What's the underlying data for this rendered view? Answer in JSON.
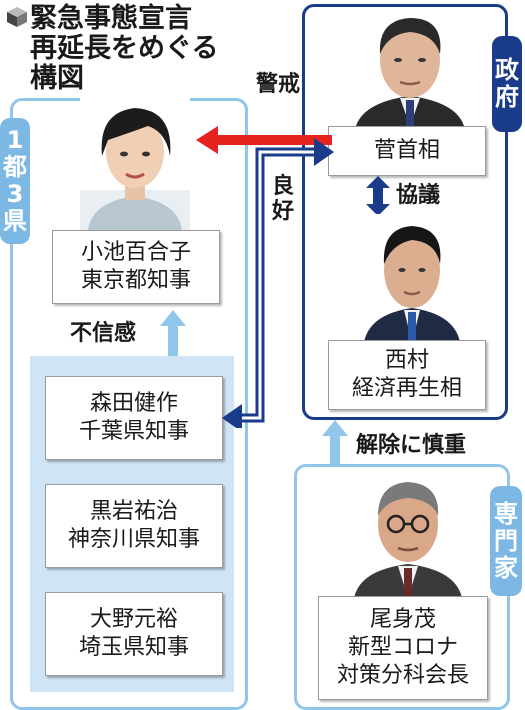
{
  "title": {
    "line1": "緊急事態宣言",
    "line2": "再延長をめぐる",
    "line3": "構図"
  },
  "groups": {
    "prefectures_tab": [
      "1",
      "都",
      "3",
      "県"
    ],
    "government_tab": [
      "政",
      "府"
    ],
    "experts_tab": [
      "専",
      "門",
      "家"
    ]
  },
  "people": {
    "koike": [
      "小池百合子",
      "東京都知事"
    ],
    "suga": [
      "菅首相"
    ],
    "nishimura": [
      "西村",
      "経済再生相"
    ],
    "morita": [
      "森田健作",
      "千葉県知事"
    ],
    "kuroiwa": [
      "黒岩祐治",
      "神奈川県知事"
    ],
    "ohno": [
      "大野元裕",
      "埼玉県知事"
    ],
    "omi": [
      "尾身茂",
      "新型コロナ",
      "対策分科会長"
    ]
  },
  "relations": {
    "caution": [
      "警",
      "戒"
    ],
    "good": [
      "良",
      "好"
    ],
    "consult": "協議",
    "distrust": "不信感",
    "careful": "解除に慎重"
  },
  "colors": {
    "light_blue": "#7db8e4",
    "navy": "#1a3a8a",
    "red": "#e52420",
    "panel": "#cfe5f6"
  }
}
